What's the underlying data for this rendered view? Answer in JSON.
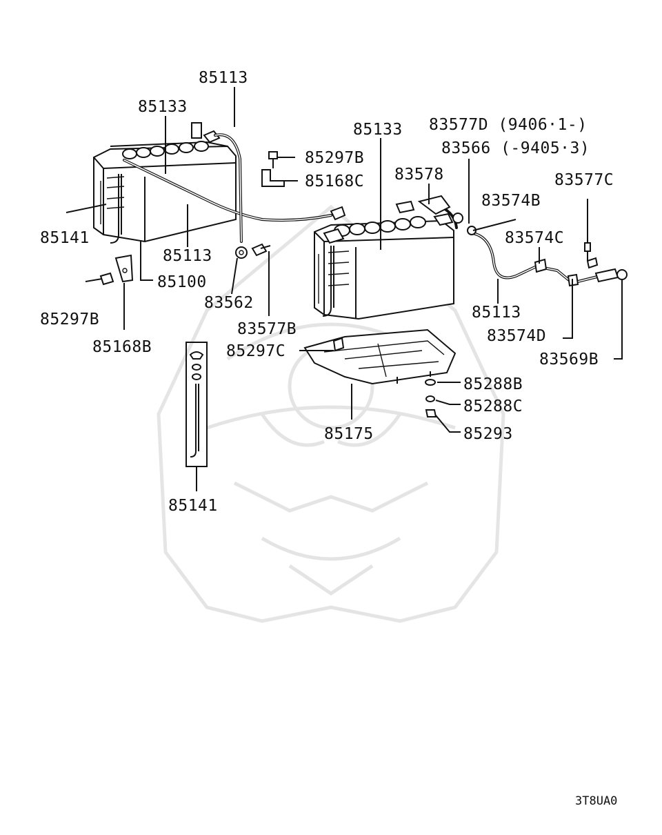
{
  "labels": {
    "p85113_top": "85113",
    "p85133_left": "85133",
    "p85133_right": "85133",
    "p83577D": "83577D (9406·1-)",
    "p83566": "83566 (-9405·3)",
    "p85297B_top": "85297B",
    "p85168C": "85168C",
    "p83578": "83578",
    "p83577C": "83577C",
    "p83574B": "83574B",
    "p83574C": "83574C",
    "p85141_left": "85141",
    "p85113_mid": "85113",
    "p85100": "85100",
    "p83562": "83562",
    "p85297B_left": "85297B",
    "p85168B": "85168B",
    "p83577B": "83577B",
    "p85297C": "85297C",
    "p85113_right": "85113",
    "p83574D": "83574D",
    "p83569B": "83569B",
    "p85288B": "85288B",
    "p85288C": "85288C",
    "p85293": "85293",
    "p85175": "85175",
    "p85141_bottom": "85141"
  },
  "diagram_code": "3T8UA0",
  "watermark": "samurai-helmet-logo"
}
